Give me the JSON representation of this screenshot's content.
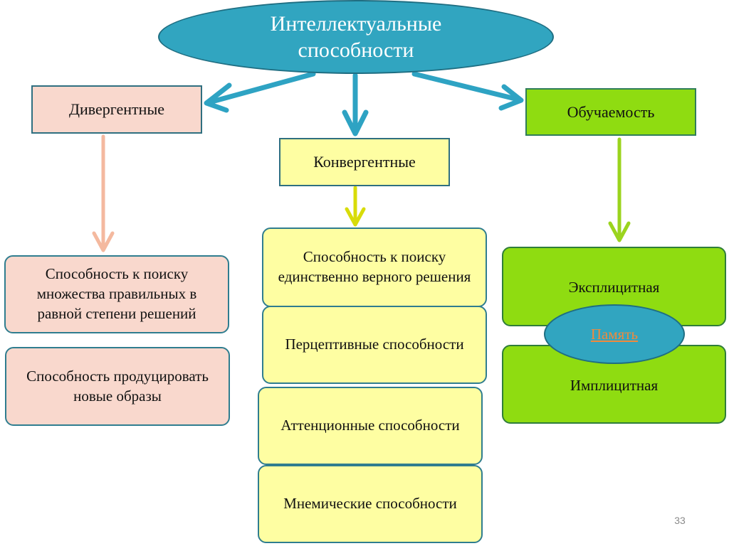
{
  "root": {
    "label": "Интеллектуальные способности"
  },
  "divergent": {
    "heading": "Дивергентные",
    "items": [
      "Способность к поиску множества правильных в равной степени решений",
      "Способность продуцировать новые образы"
    ]
  },
  "convergent": {
    "heading": "Конвергентные",
    "items": [
      "Способность к поиску единственно верного решения",
      "Перцептивные способности",
      "Аттенционные способности",
      "Мнемические способности"
    ]
  },
  "learnability": {
    "heading": "Обучаемость",
    "items": [
      "Эксплицитная",
      "Имплицитная"
    ],
    "memory_link": "Память"
  },
  "page_number": "33",
  "colors": {
    "root_fill": "#31a5c0",
    "divergent_fill": "#f9d8cd",
    "divergent_arrow": "#f4b99f",
    "convergent_fill": "#fefea2",
    "convergent_arrow": "#d8dc0a",
    "learnability_fill": "#8fdc11",
    "learnability_arrow": "#9bd41e",
    "main_arrow": "#2ea3c3"
  }
}
